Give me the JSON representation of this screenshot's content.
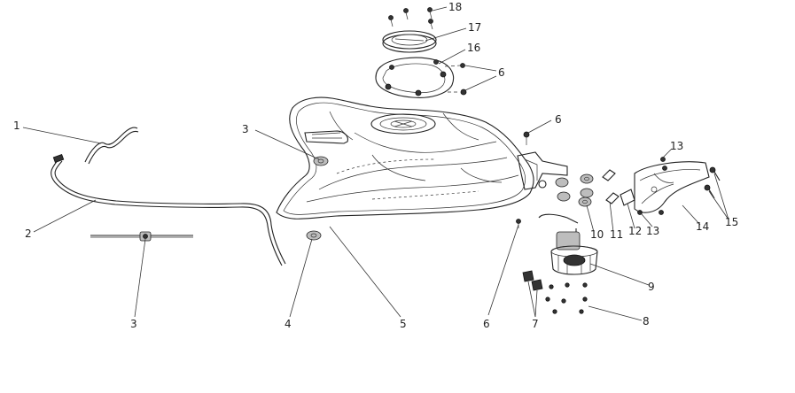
{
  "callouts": {
    "c1": "1",
    "c2": "2",
    "c3a": "3",
    "c3b": "3",
    "c4": "4",
    "c5": "5",
    "c6a": "6",
    "c6b": "6",
    "c6c": "6",
    "c7": "7",
    "c8": "8",
    "c9": "9",
    "c10": "10",
    "c11": "11",
    "c12": "12",
    "c13a": "13",
    "c13b": "13",
    "c14": "14",
    "c15": "15",
    "c16": "16",
    "c17": "17",
    "c18": "18"
  }
}
